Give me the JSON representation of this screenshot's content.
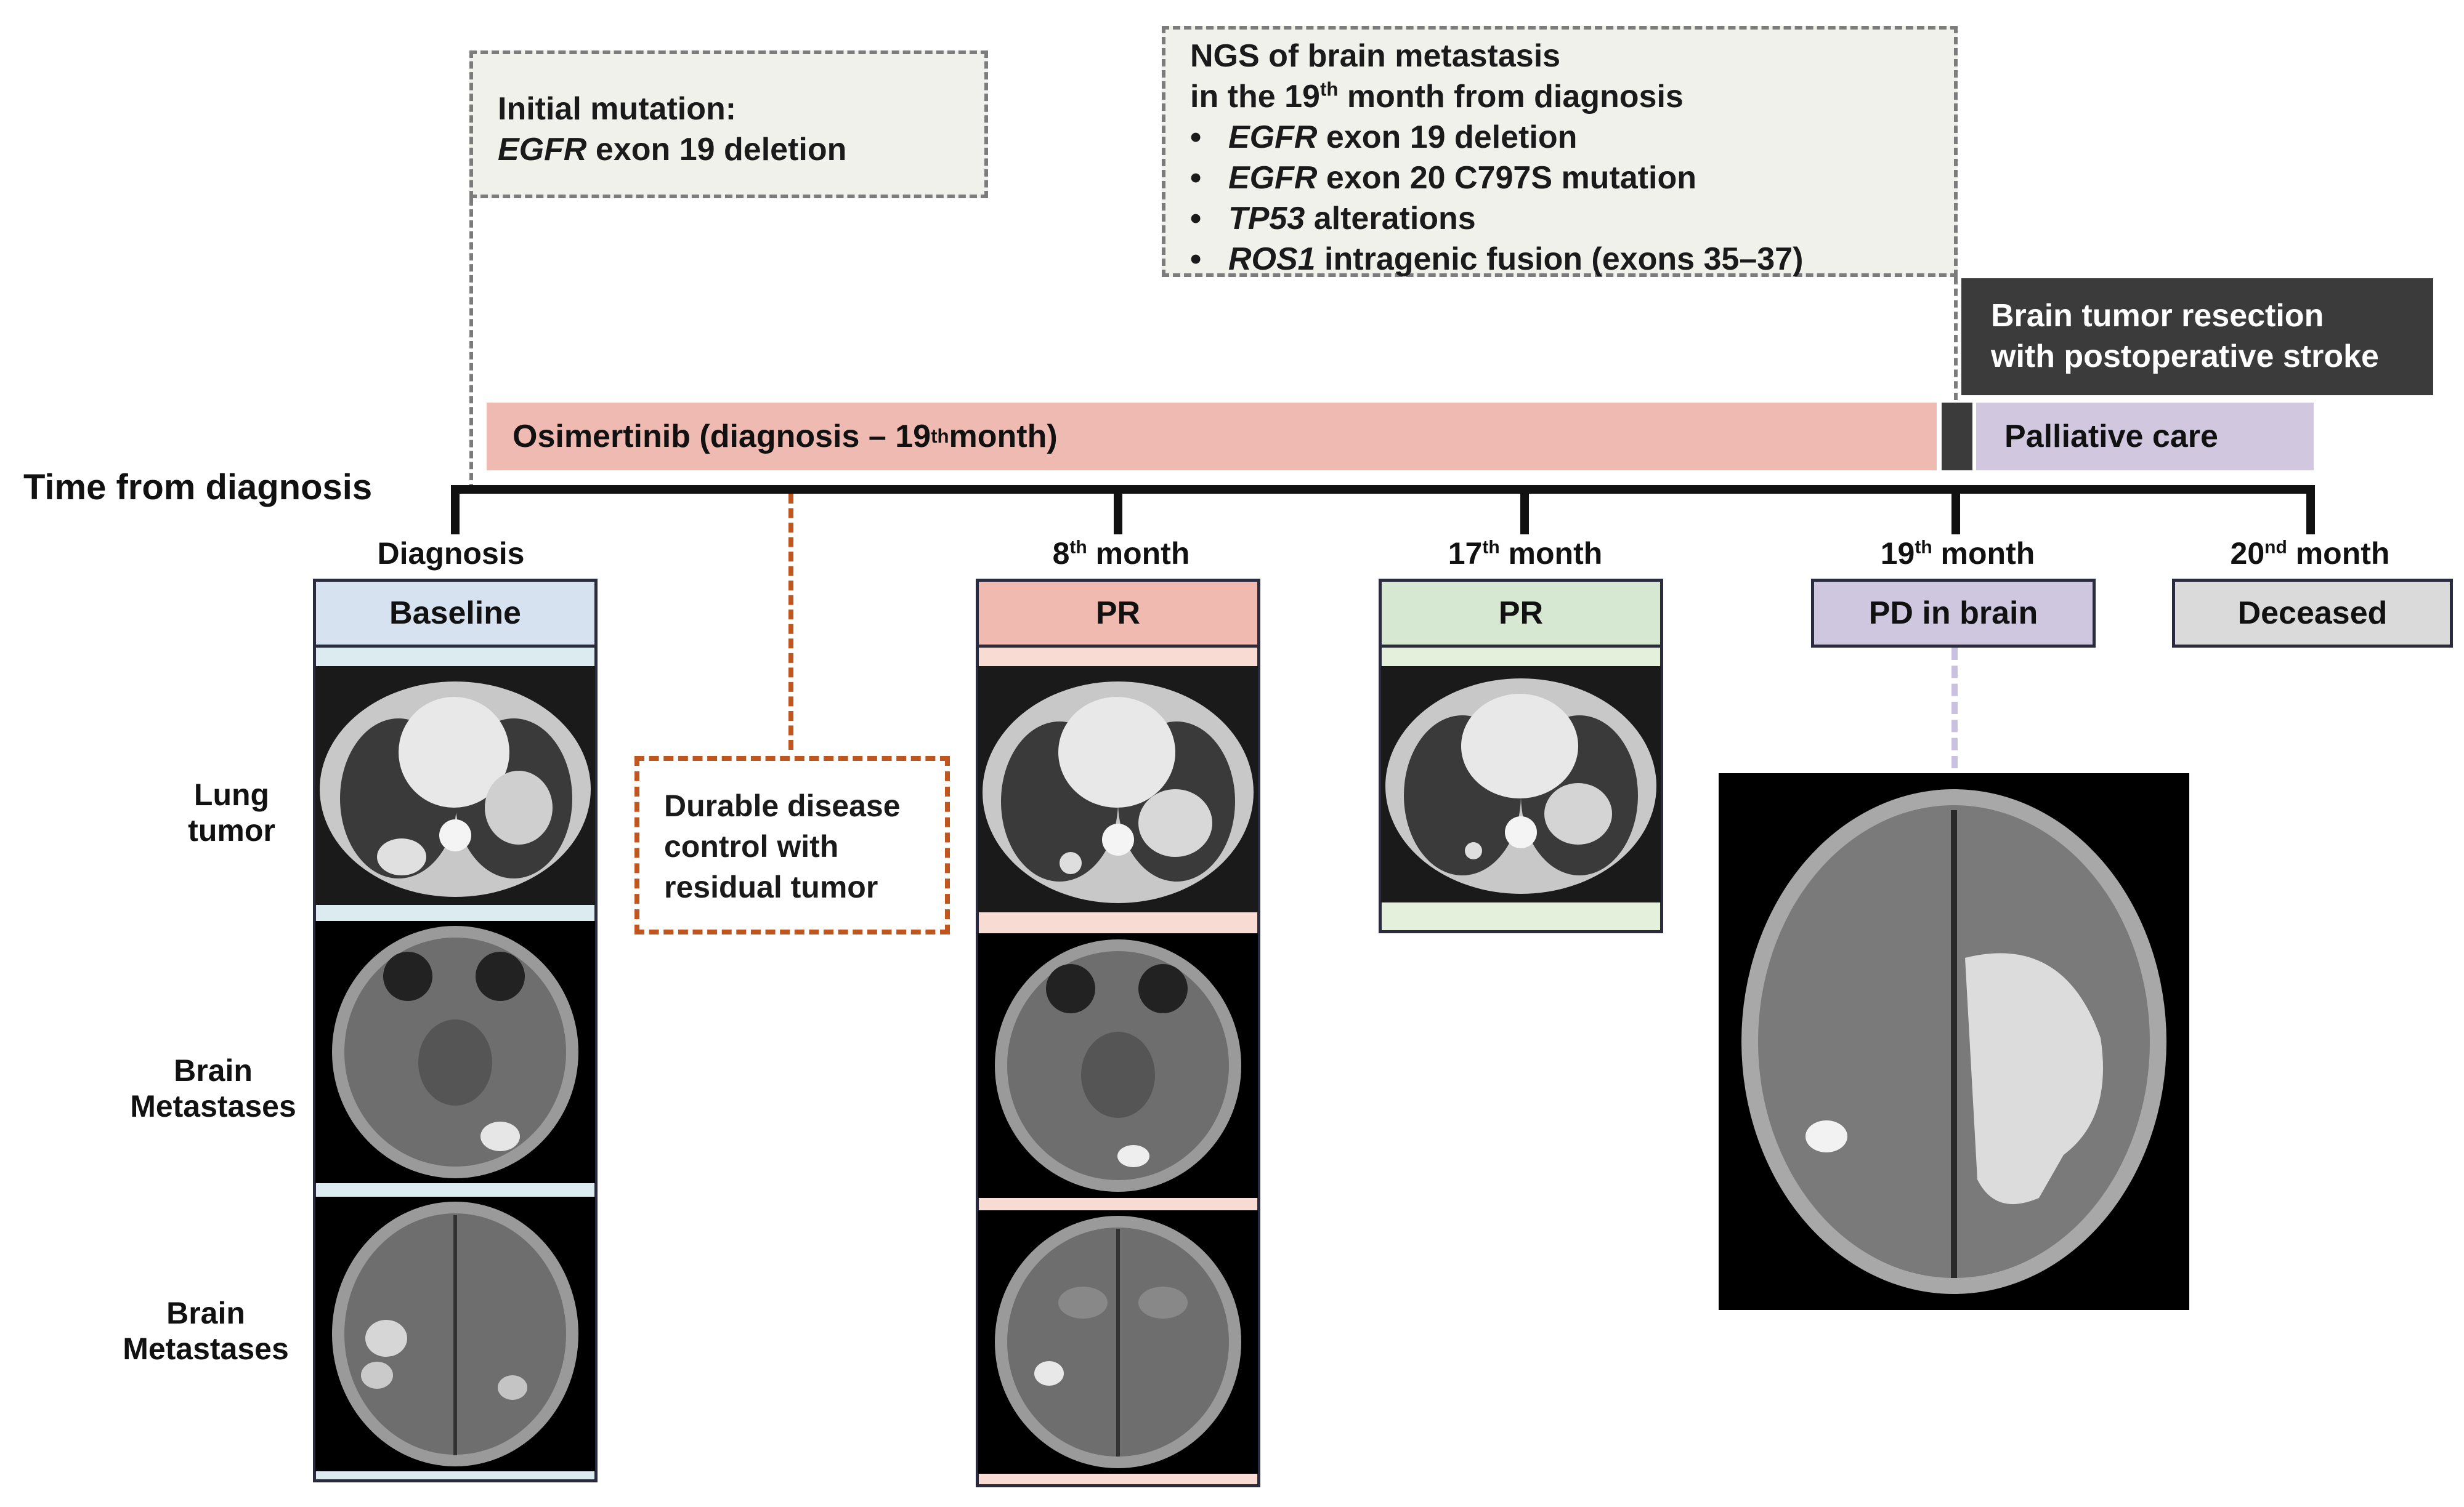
{
  "initial_mutation": {
    "line1": "Initial mutation:",
    "gene": "EGFR",
    "rest": "exon 19 deletion"
  },
  "ngs": {
    "line1": "NGS of brain metastasis",
    "line2_pre": "in the 19",
    "line2_sup": "th",
    "line2_post": " month from diagnosis",
    "bullets": [
      {
        "gene": "EGFR",
        "text": " exon 19 deletion"
      },
      {
        "gene": "EGFR",
        "text": " exon 20 C797S mutation"
      },
      {
        "gene": "TP53",
        "text": " alterations"
      },
      {
        "gene": "ROS1",
        "text": " intragenic fusion (exons 35–37)"
      }
    ]
  },
  "resection_label_line1": "Brain tumor resection",
  "resection_label_line2": "with postoperative stroke",
  "osimertinib": {
    "pre": "Osimertinib (diagnosis – 19",
    "sup": "th",
    "post": " month)"
  },
  "palliative": "Palliative care",
  "axis_title": "Time from diagnosis",
  "timepoints": [
    {
      "pre": "Diagnosis",
      "sup": "",
      "post": "",
      "status": "Baseline"
    },
    {
      "pre": "8",
      "sup": "th",
      "post": " month",
      "status": "PR"
    },
    {
      "pre": "17",
      "sup": "th",
      "post": " month",
      "status": "PR"
    },
    {
      "pre": "19",
      "sup": "th",
      "post": " month",
      "status": "PD in brain"
    },
    {
      "pre": "20",
      "sup": "nd",
      "post": " month",
      "status": "Deceased"
    }
  ],
  "row_labels": {
    "lung_line1": "Lung",
    "lung_line2": "tumor",
    "brain1_line1": "Brain",
    "brain1_line2": "Metastases",
    "brain2_line1": "Brain",
    "brain2_line2": "Metastases"
  },
  "durable": {
    "line1": "Durable disease",
    "line2": "control with",
    "line3": "residual tumor"
  },
  "colors": {
    "baseline": "#d7e2f0",
    "pr8": "#f1bab0",
    "pr17": "#d6e8d2",
    "pd": "#cfc7df",
    "deceased": "#dadada",
    "osimertinib": "#efbab2",
    "palliative": "#d1c8e0",
    "resection": "#3b3b3b",
    "orange": "#c0561f"
  },
  "icons": [
    "lung-ct-scan",
    "brain-mri-scan"
  ]
}
